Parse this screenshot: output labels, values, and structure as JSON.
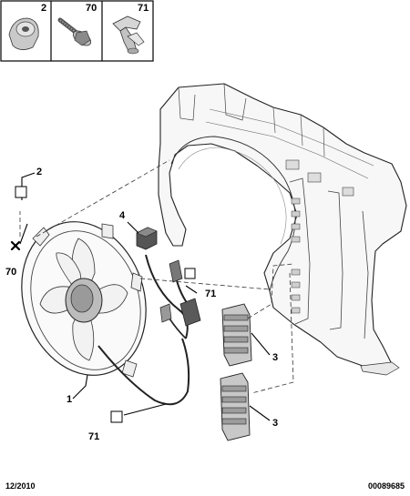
{
  "parts_table": [
    {
      "ref": "2"
    },
    {
      "ref": "70"
    },
    {
      "ref": "71"
    }
  ],
  "callouts": {
    "fan_assembly": "1",
    "nut_2": "2",
    "seals_a": "3",
    "seals_b": "3",
    "relay": "4",
    "screw_70": "70",
    "clip_71_upper": "71",
    "clip_71_lower": "71"
  },
  "footer": {
    "date": "12/2010",
    "doc_number": "00089685"
  }
}
